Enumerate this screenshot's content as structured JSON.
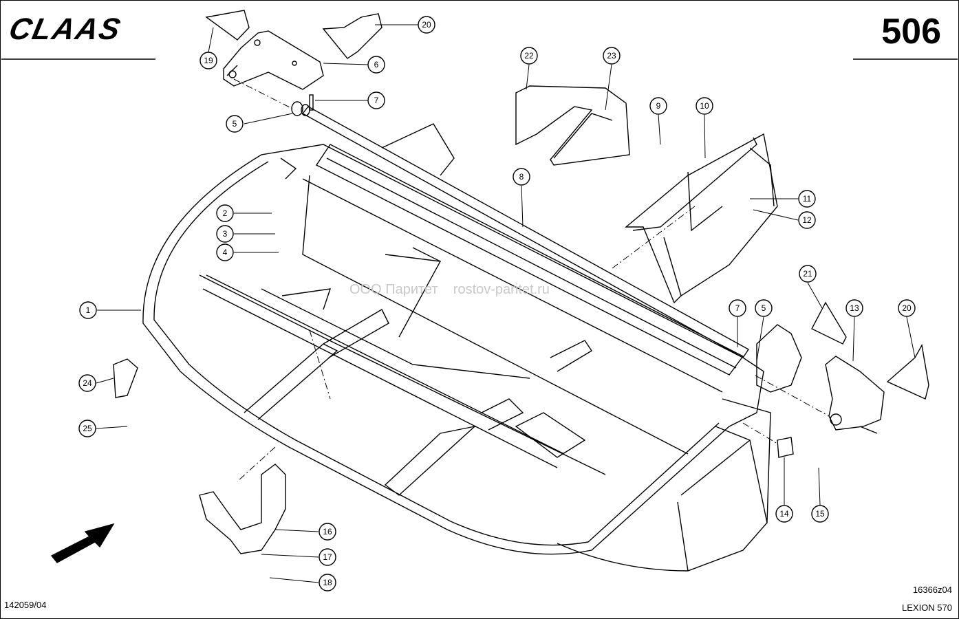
{
  "header": {
    "brand": "CLAAS",
    "page_number": "506"
  },
  "footer": {
    "left_code": "142059/04",
    "drawing_code": "16366z04",
    "model": "LEXION 570"
  },
  "watermark": "ООО Паритет    rostov-paritet.ru",
  "callouts": [
    "19",
    "20",
    "6",
    "7",
    "5",
    "22",
    "23",
    "9",
    "10",
    "8",
    "11",
    "12",
    "2",
    "3",
    "4",
    "1",
    "21",
    "13",
    "20",
    "7",
    "5",
    "24",
    "25",
    "14",
    "15",
    "16",
    "17",
    "18"
  ]
}
